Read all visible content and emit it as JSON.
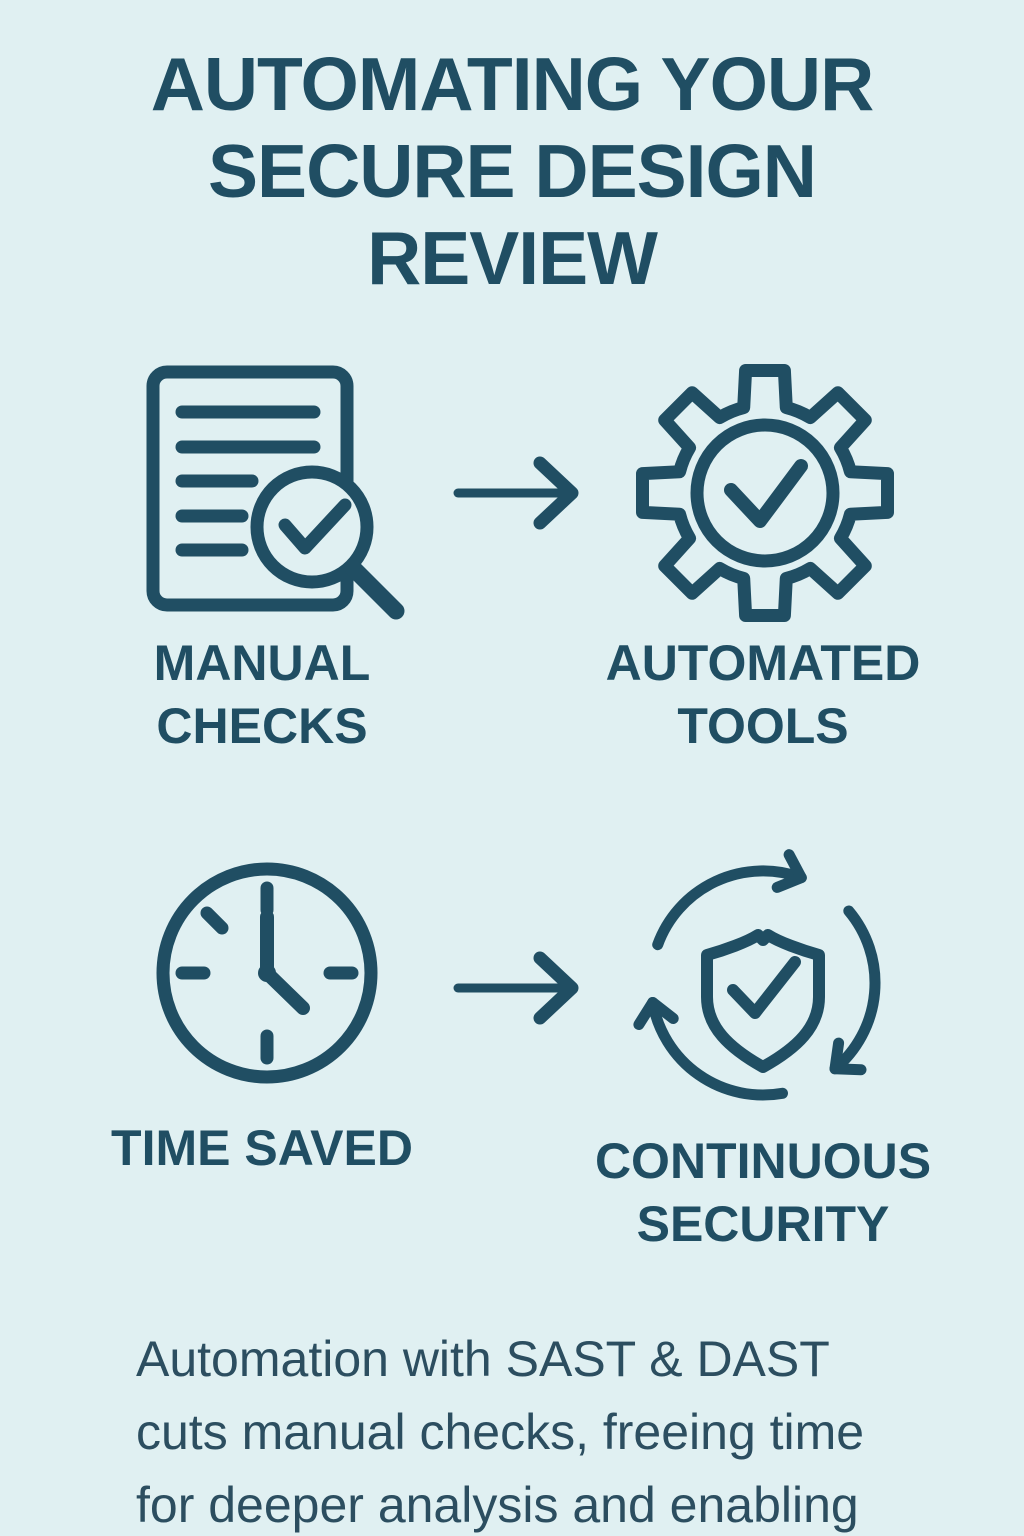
{
  "title": "AUTOMATING YOUR SECURE DESIGN REVIEW",
  "colors": {
    "background": "#e0f0f2",
    "ink": "#204e63",
    "body_text": "#2c4e60"
  },
  "flow_rows": [
    {
      "from": {
        "icon": "document-magnifier-check-icon",
        "label": "MANUAL CHECKS"
      },
      "arrow": "right-arrow-icon",
      "to": {
        "icon": "gear-check-icon",
        "label": "AUTOMATED TOOLS"
      }
    },
    {
      "from": {
        "icon": "clock-icon",
        "label": "TIME SAVED"
      },
      "arrow": "right-arrow-icon",
      "to": {
        "icon": "shield-check-cycle-icon",
        "label": "CONTINUOUS SECURITY"
      }
    }
  ],
  "footer_text": "Automation with SAST & DAST cuts manual checks, freeing time for deeper analysis and enabling"
}
